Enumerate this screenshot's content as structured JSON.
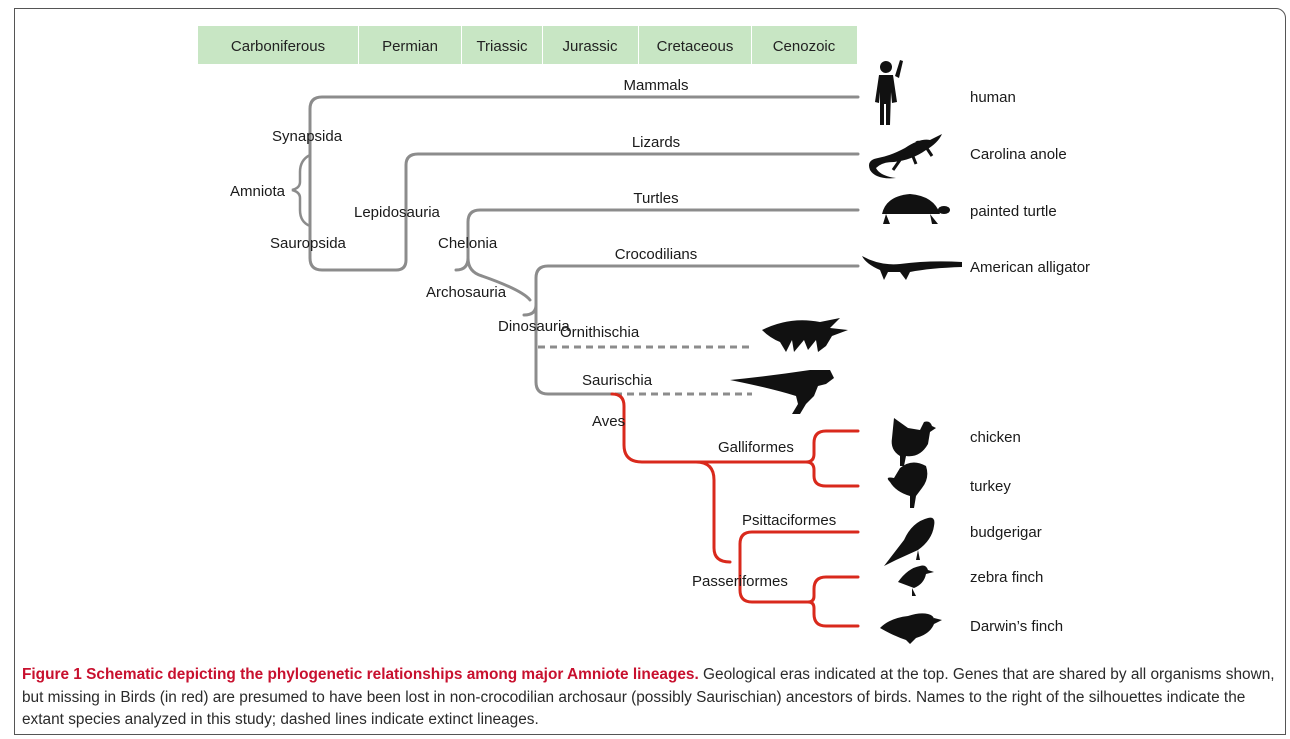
{
  "eras": [
    "Carboniferous",
    "Permian",
    "Triassic",
    "Jurassic",
    "Cretaceous",
    "Cenozoic"
  ],
  "clades": {
    "amniota": "Amniota",
    "synapsida": "Synapsida",
    "sauropsida": "Sauropsida",
    "lepidosauria": "Lepidosauria",
    "chelonia": "Chelonia",
    "archosauria": "Archosauria",
    "dinosauria": "Dinosauria",
    "aves": "Aves",
    "galliformes": "Galliformes",
    "psittaciformes": "Psittaciformes",
    "passeriformes": "Passeriformes"
  },
  "lineages": {
    "mammals": "Mammals",
    "lizards": "Lizards",
    "turtles": "Turtles",
    "crocodilians": "Crocodilians",
    "ornithischia": "Ornithischia",
    "saurischia": "Saurischia"
  },
  "species": {
    "human": "human",
    "anole": "Carolina anole",
    "turtle": "painted turtle",
    "alligator": "American alligator",
    "chicken": "chicken",
    "turkey": "turkey",
    "budgerigar": "budgerigar",
    "zebra_finch": "zebra finch",
    "darwins_finch": "Darwin’s finch"
  },
  "colors": {
    "era_fill": "#c8e6c4",
    "branch_gray": "#8c8c8c",
    "bird_red": "#d9291c",
    "silhouette": "#111111",
    "caption_title": "#c8102e"
  },
  "icons": {
    "human": "human-silhouette-icon",
    "anole": "lizard-silhouette-icon",
    "turtle": "turtle-silhouette-icon",
    "alligator": "alligator-silhouette-icon",
    "triceratops": "triceratops-silhouette-icon",
    "trex": "tyrannosaur-silhouette-icon",
    "chicken": "chicken-silhouette-icon",
    "turkey": "turkey-silhouette-icon",
    "budgerigar": "budgerigar-silhouette-icon",
    "zebra_finch": "zebra-finch-silhouette-icon",
    "darwins_finch": "darwins-finch-silhouette-icon"
  },
  "caption": {
    "title": "Figure 1 Schematic depicting the phylogenetic relationships among major Amniote lineages.",
    "body": " Geological eras indicated at the top. Genes that are shared by all organisms shown, but missing in Birds (in red) are presumed to have been lost in non-crocodilian archosaur (possibly Saurischian) ancestors of birds. Names to the right of the silhouettes indicate the extant species analyzed in this study; dashed lines indicate extinct lineages."
  }
}
